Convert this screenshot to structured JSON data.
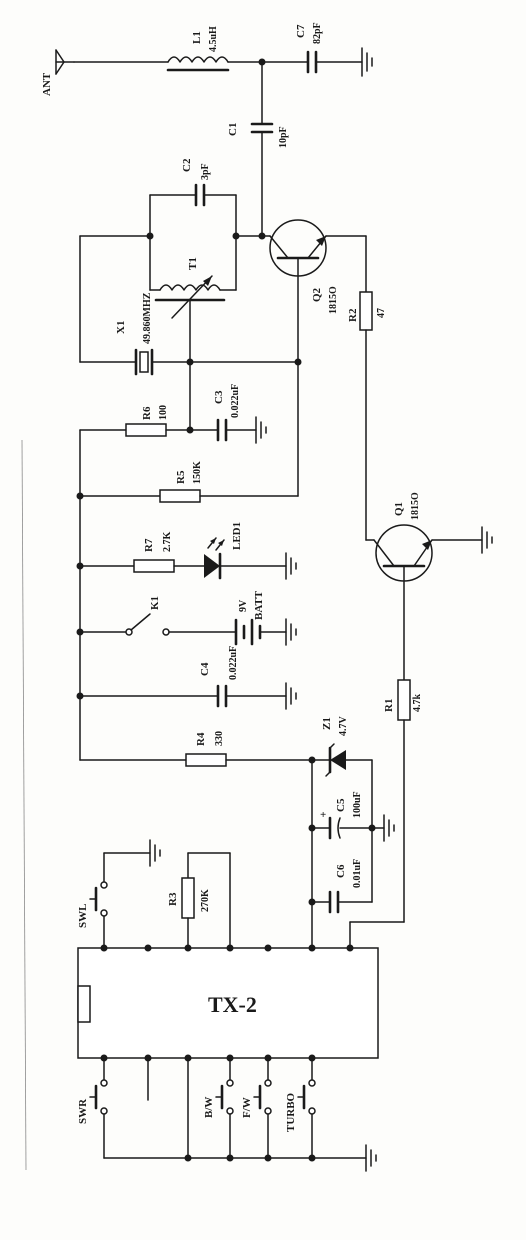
{
  "ic": {
    "name": "TX-2"
  },
  "antenna": {
    "label": "ANT"
  },
  "components": {
    "L1": {
      "ref": "L1",
      "value": "4.5uH"
    },
    "C7": {
      "ref": "C7",
      "value": "82pF"
    },
    "C1": {
      "ref": "C1",
      "value": "10pF"
    },
    "C2": {
      "ref": "C2",
      "value": "3pF"
    },
    "T1": {
      "ref": "T1"
    },
    "X1": {
      "ref": "X1",
      "value": "49.860MHZ"
    },
    "Q2": {
      "ref": "Q2",
      "value": "1815O"
    },
    "R2": {
      "ref": "R2",
      "value": "47"
    },
    "R6": {
      "ref": "R6",
      "value": "100"
    },
    "C3": {
      "ref": "C3",
      "value": "0.022uF"
    },
    "R5": {
      "ref": "R5",
      "value": "150K"
    },
    "Q1": {
      "ref": "Q1",
      "value": "1815O"
    },
    "R7": {
      "ref": "R7",
      "value": "2.7K"
    },
    "LED1": {
      "ref": "LED1"
    },
    "K1": {
      "ref": "K1"
    },
    "BATT": {
      "ref": "BATT",
      "value": "9V"
    },
    "C4": {
      "ref": "C4",
      "value": "0.022uF"
    },
    "R1": {
      "ref": "R1",
      "value": "4.7k"
    },
    "R4": {
      "ref": "R4",
      "value": "330"
    },
    "Z1": {
      "ref": "Z1",
      "value": "4.7V"
    },
    "C5": {
      "ref": "C5",
      "value": "100uF",
      "polarity": "+"
    },
    "C6": {
      "ref": "C6",
      "value": "0.01uF"
    },
    "R3": {
      "ref": "R3",
      "value": "270K"
    }
  },
  "switches": {
    "SWL": "SWL",
    "SWR": "SWR",
    "BW": "B/W",
    "FW": "F/W",
    "TURBO": "TURBO"
  }
}
